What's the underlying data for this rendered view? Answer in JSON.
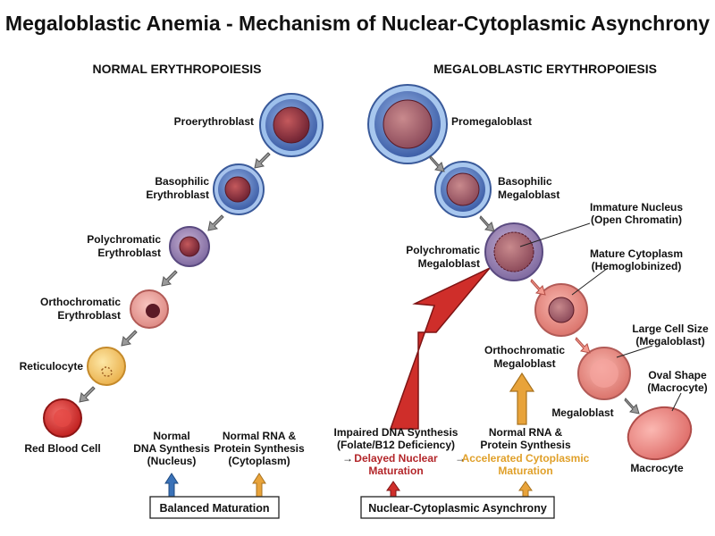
{
  "title": "Megaloblastic Anemia - Mechanism of Nuclear-Cytoplasmic Asynchrony",
  "normal": {
    "heading": "NORMAL ERYTHROPOIESIS",
    "stages": [
      {
        "l1": "Proerythroblast",
        "l2": ""
      },
      {
        "l1": "Basophilic",
        "l2": "Erythroblast"
      },
      {
        "l1": "Polychromatic",
        "l2": "Erythroblast"
      },
      {
        "l1": "Orthochromatic",
        "l2": "Erythroblast"
      },
      {
        "l1": "Reticulocyte",
        "l2": ""
      },
      {
        "l1": "Red Blood Cell",
        "l2": ""
      }
    ],
    "dna": {
      "l1": "Normal",
      "l2": "DNA Synthesis",
      "l3": "(Nucleus)"
    },
    "rna": {
      "l1": "Normal RNA &",
      "l2": "Protein Synthesis",
      "l3": "(Cytoplasm)"
    },
    "box": "Balanced Maturation"
  },
  "megaloblastic": {
    "heading": "MEGALOBLASTIC ERYTHROPOIESIS",
    "stages": [
      {
        "l1": "Promegaloblast",
        "l2": ""
      },
      {
        "l1": "Basophilic",
        "l2": "Megaloblast"
      },
      {
        "l1": "Polychromatic",
        "l2": "Megaloblast"
      },
      {
        "l1": "Orthochromatic",
        "l2": "Megaloblast"
      },
      {
        "l1": "Megaloblast",
        "l2": ""
      },
      {
        "l1": "Macrocyte",
        "l2": ""
      }
    ],
    "callouts": [
      {
        "l1": "Immature Nucleus",
        "l2": "(Open Chromatin)"
      },
      {
        "l1": "Mature Cytoplasm",
        "l2": "(Hemoglobinized)"
      },
      {
        "l1": "Large Cell Size",
        "l2": "(Megaloblast)"
      },
      {
        "l1": "Oval Shape",
        "l2": "(Macrocyte)"
      }
    ],
    "dna": {
      "l1": "Impaired DNA Synthesis",
      "l2": "(Folate/B12 Deficiency)",
      "l3": "Delayed Nuclear",
      "l4": "Maturation"
    },
    "rna": {
      "l1": "Normal RNA &",
      "l2": "Protein Synthesis",
      "l3": "Accelerated Cytoplasmic",
      "l4": "Maturation"
    },
    "box": "Nuclear-Cytoplasmic Asynchrony"
  },
  "colors": {
    "accent_red": "#b3262a",
    "accent_orange": "#e8a33a",
    "accent_blue": "#3a72b8"
  }
}
